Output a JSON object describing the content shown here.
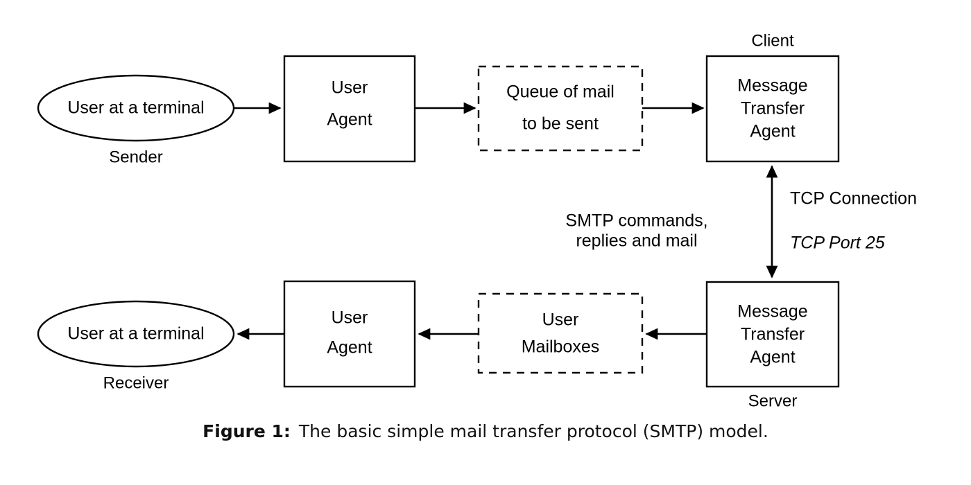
{
  "figure": {
    "caption_label": "Figure 1:",
    "caption_text": "The basic simple mail transfer protocol (SMTP) model."
  },
  "colors": {
    "stroke": "#000000",
    "fill": "#ffffff",
    "text": "#000000"
  },
  "diagram": {
    "title": "The basic simple mail transfer protocol (SMTP) model",
    "type": "flow-diagram",
    "nodes": [
      {
        "id": "sender-terminal",
        "shape": "ellipse",
        "label": "User at a terminal",
        "role_label": "Sender",
        "role_position": "below",
        "border": "solid"
      },
      {
        "id": "sender-user-agent",
        "shape": "rectangle",
        "label_line1": "User",
        "label_line2": "Agent",
        "border": "solid"
      },
      {
        "id": "mail-queue",
        "shape": "rectangle",
        "label_line1": "Queue of mail",
        "label_line2": "to be sent",
        "border": "dashed"
      },
      {
        "id": "client-mta",
        "shape": "rectangle",
        "label_line1": "Message",
        "label_line2": "Transfer",
        "label_line3": "Agent",
        "role_label": "Client",
        "role_position": "above",
        "border": "solid"
      },
      {
        "id": "server-mta",
        "shape": "rectangle",
        "label_line1": "Message",
        "label_line2": "Transfer",
        "label_line3": "Agent",
        "role_label": "Server",
        "role_position": "below",
        "border": "solid"
      },
      {
        "id": "user-mailboxes",
        "shape": "rectangle",
        "label_line1": "User",
        "label_line2": "Mailboxes",
        "border": "dashed"
      },
      {
        "id": "receiver-user-agent",
        "shape": "rectangle",
        "label_line1": "User",
        "label_line2": "Agent",
        "border": "solid"
      },
      {
        "id": "receiver-terminal",
        "shape": "ellipse",
        "label": "User at a terminal",
        "role_label": "Receiver",
        "role_position": "below",
        "border": "solid"
      }
    ],
    "edges": [
      {
        "id": "sender-to-ua",
        "from": "sender-terminal",
        "to": "sender-user-agent",
        "direction": "right"
      },
      {
        "id": "ua-to-queue",
        "from": "sender-user-agent",
        "to": "mail-queue",
        "direction": "right"
      },
      {
        "id": "queue-to-client-mta",
        "from": "mail-queue",
        "to": "client-mta",
        "direction": "right"
      },
      {
        "id": "mta-to-mta",
        "from": "client-mta",
        "to": "server-mta",
        "direction": "both"
      },
      {
        "id": "server-mta-to-mailboxes",
        "from": "server-mta",
        "to": "user-mailboxes",
        "direction": "left"
      },
      {
        "id": "mailboxes-to-ua",
        "from": "user-mailboxes",
        "to": "receiver-user-agent",
        "direction": "left"
      },
      {
        "id": "ua-to-receiver",
        "from": "receiver-user-agent",
        "to": "receiver-terminal",
        "direction": "left"
      }
    ],
    "annotations": {
      "smtp_line1": "SMTP commands,",
      "smtp_line2": "replies and mail",
      "tcp_connection": "TCP Connection",
      "tcp_port": "TCP Port 25"
    }
  }
}
